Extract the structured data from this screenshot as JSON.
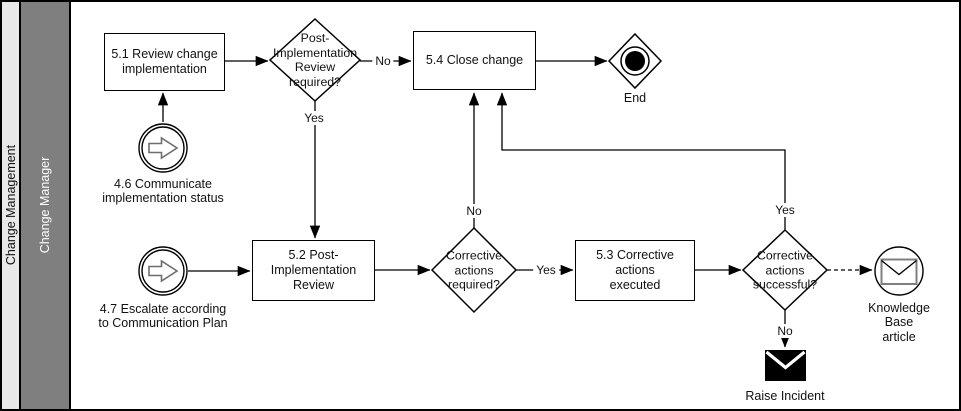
{
  "pool": {
    "label": "Change Management"
  },
  "lane": {
    "label": "Change Manager"
  },
  "tasks": {
    "review_change": {
      "label": "5.1 Review change\nimplementation"
    },
    "close_change": {
      "label": "5.4 Close change"
    },
    "post_impl_review": {
      "label": "5.2 Post-\nImplementation\nReview"
    },
    "corrective_executed": {
      "label": "5.3 Corrective actions\nexecuted"
    }
  },
  "gateways": {
    "pir_required": {
      "label": "Post-\nImplementation\nReview\nrequired?"
    },
    "corrective_required": {
      "label": "Corrective\nactions\nrequired?"
    },
    "corrective_successful": {
      "label": "Corrective\nactions\nsuccessful?"
    }
  },
  "events": {
    "communicate_status": {
      "label": "4.6 Communicate\nimplementation status"
    },
    "escalate": {
      "label": "4.7 Escalate according\nto Communication Plan"
    },
    "end": {
      "label": "End"
    },
    "knowledge_base": {
      "label": "Knowledge Base\narticle"
    },
    "raise_incident": {
      "label": "Raise Incident"
    }
  },
  "edges": {
    "pir_no": "No",
    "pir_yes": "Yes",
    "corrective_required_no": "No",
    "corrective_required_yes": "Yes",
    "corrective_successful_yes": "Yes",
    "corrective_successful_no": "No"
  },
  "colors": {
    "pool_bg": "#e8e8e8",
    "lane_bg": "#7f7f7f",
    "lane_text": "#ffffff",
    "stroke": "#000000",
    "start_icon_stroke": "#6e6e6e",
    "envelope_gray": "#7f7f7f"
  }
}
